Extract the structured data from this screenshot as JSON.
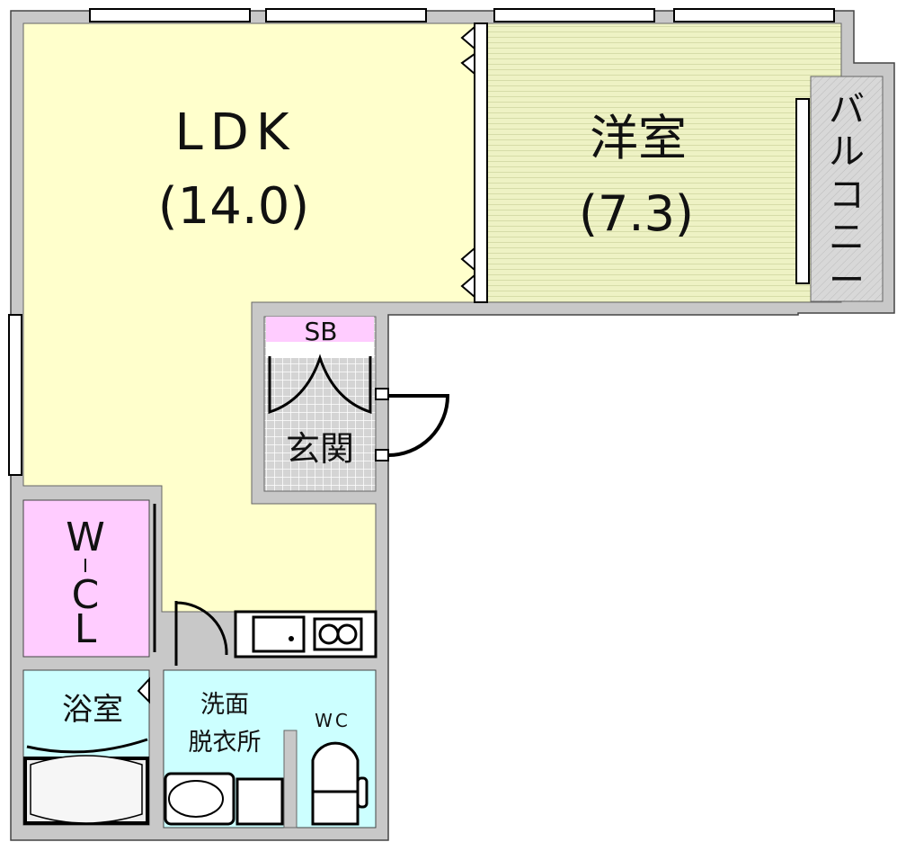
{
  "rooms": {
    "ldk": {
      "name": "LDK",
      "size": "(14.0)"
    },
    "western": {
      "name": "洋室",
      "size": "(7.3)"
    },
    "balcony": {
      "chars": [
        "バ",
        "ル",
        "コ",
        "ニ",
        "ー"
      ]
    },
    "storage": {
      "name": "SB"
    },
    "entrance": {
      "name": "玄関"
    },
    "closet": {
      "chars": [
        "W",
        "I",
        "C",
        "L"
      ]
    },
    "bath": {
      "name": "浴室"
    },
    "washroom": {
      "line1": "洗面",
      "line2": "脱衣所"
    },
    "toilet": {
      "name": "WC"
    }
  },
  "colors": {
    "wall": "#c8c8c8",
    "ldk": "#ffffcc",
    "western": "#eef2c4",
    "closet": "#ffccff",
    "wet": "#ccffff",
    "entrance": "#d8d8d8"
  }
}
